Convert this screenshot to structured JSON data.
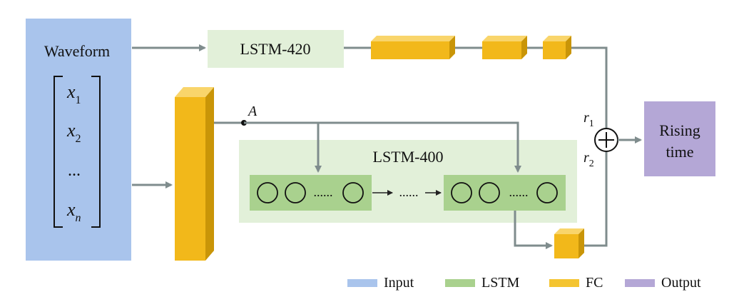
{
  "input": {
    "title": "Waveform",
    "vector": {
      "x1": "x",
      "x1_sub": "1",
      "x2": "x",
      "x2_sub": "2",
      "dots": "...",
      "xn": "x",
      "xn_sub": "n"
    }
  },
  "lstm420": {
    "label": "LSTM-420"
  },
  "lstm400": {
    "label": "LSTM-400"
  },
  "point_a": "A",
  "cells": {
    "dots": "......"
  },
  "merge": {
    "r1": "r",
    "r1_sub": "1",
    "r2": "r",
    "r2_sub": "2"
  },
  "output": {
    "line1": "Rising",
    "line2": "time"
  },
  "legend": [
    {
      "label": "Input",
      "color": "#a9c4ec"
    },
    {
      "label": "LSTM",
      "color": "#a9d18e"
    },
    {
      "label": "FC",
      "color": "#f4c430"
    },
    {
      "label": "Output",
      "color": "#b4a7d6"
    }
  ],
  "colors": {
    "input": "#a9c4ec",
    "lstm_light": "#e2f0d9",
    "lstm_mid": "#a9d18e",
    "fc_front": "#f2b81a",
    "fc_top": "#f9d56b",
    "fc_side": "#c99508",
    "output": "#b4a7d6",
    "arrow": "#7f8c8d"
  }
}
